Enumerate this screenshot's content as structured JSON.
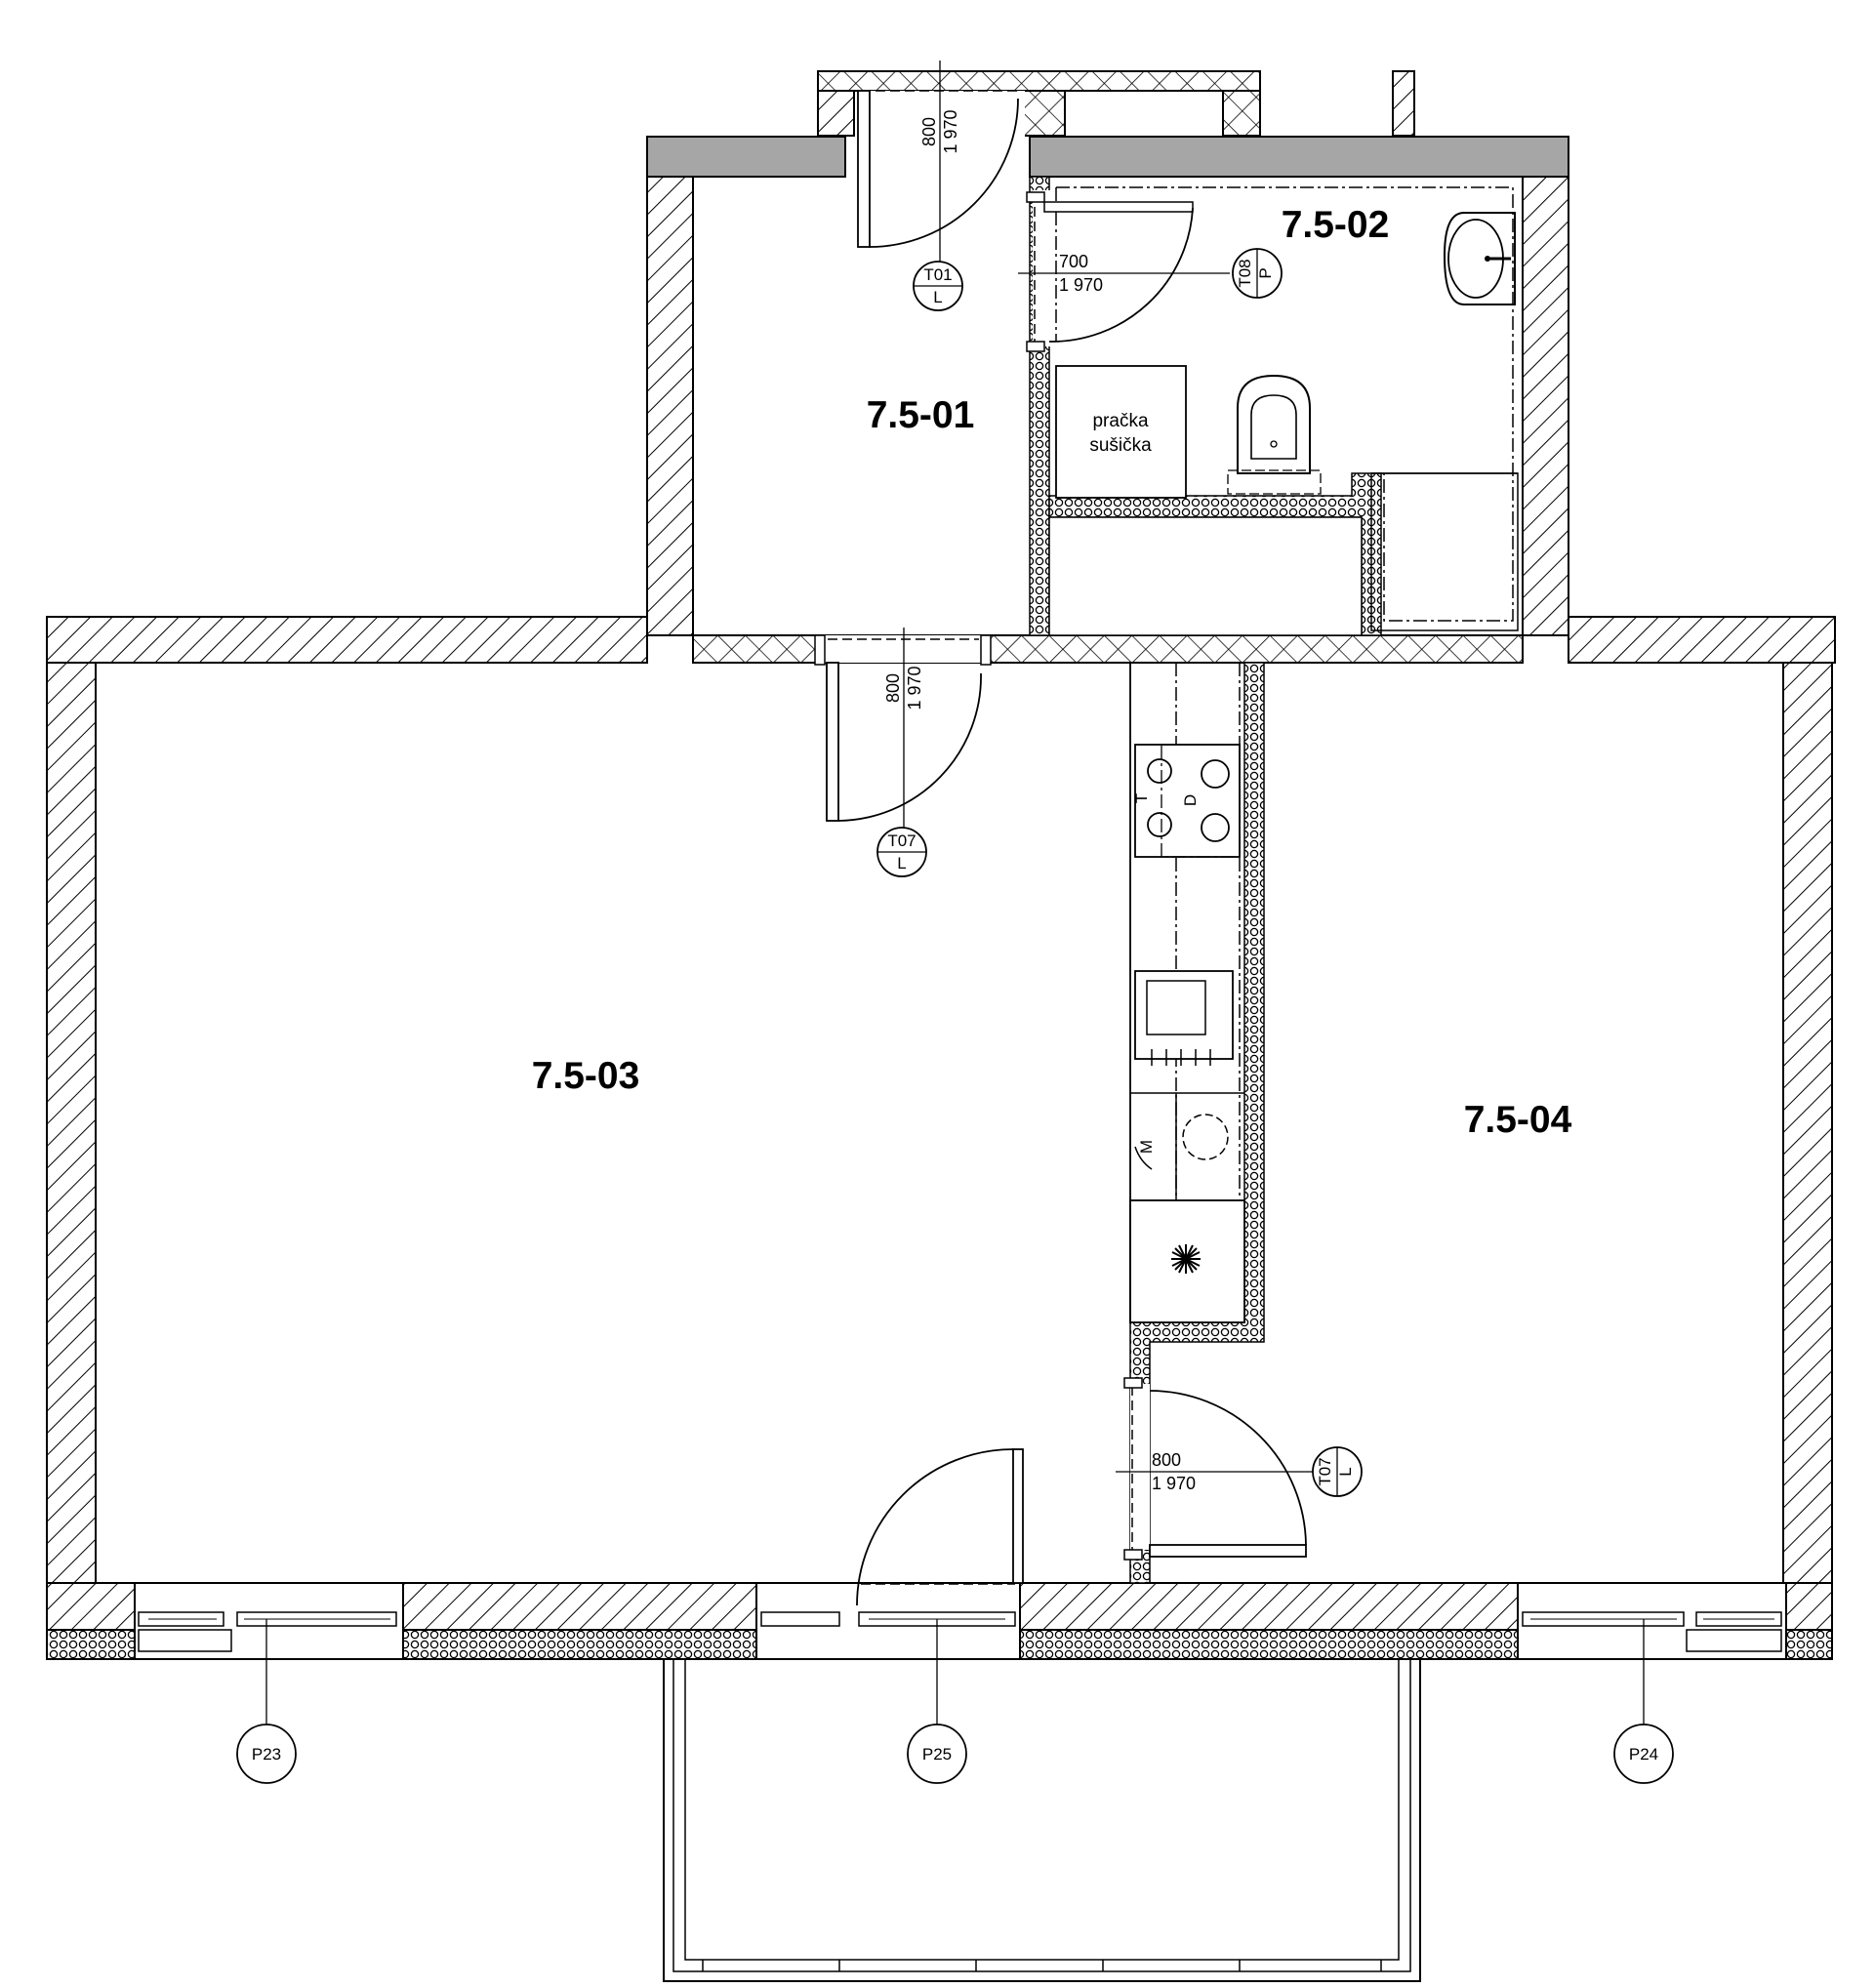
{
  "rooms": {
    "r01": "7.5-01",
    "r02": "7.5-02",
    "r03": "7.5-03",
    "r04": "7.5-04"
  },
  "doors": {
    "t01": {
      "code": "T01",
      "hand": "L",
      "width": "800",
      "height": "1 970"
    },
    "t08": {
      "code": "T08",
      "hand": "P",
      "width": "700",
      "height": "1 970"
    },
    "t07a": {
      "code": "T07",
      "hand": "L",
      "width": "800",
      "height": "1 970"
    },
    "t07b": {
      "code": "T07",
      "hand": "L",
      "width": "800",
      "height": "1 970"
    }
  },
  "windows": {
    "p23": "P23",
    "p25": "P25",
    "p24": "P24"
  },
  "fixtures": {
    "washer_line1": "pračka",
    "washer_line2": "sušička",
    "hob_t": "T",
    "hob_d": "D",
    "dishwasher": "M"
  },
  "colors": {
    "line": "#000000",
    "slab": "#a6a6a6",
    "background": "#ffffff"
  }
}
